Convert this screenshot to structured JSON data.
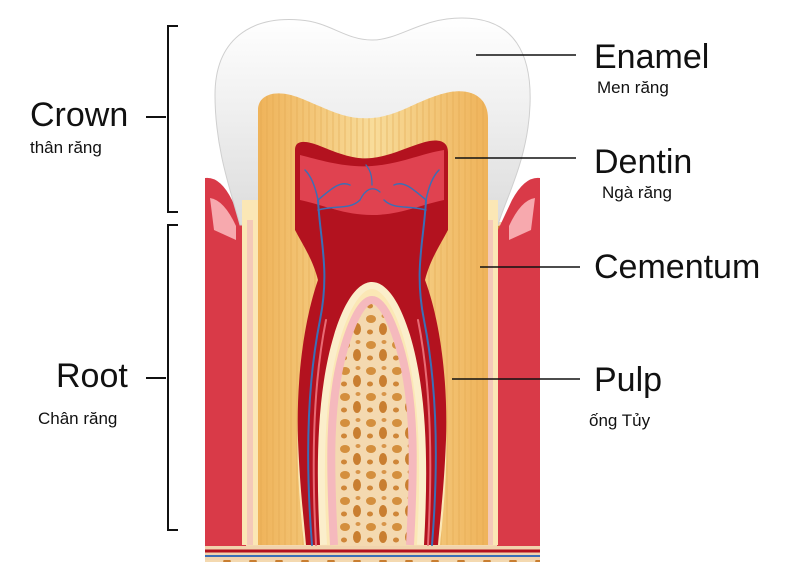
{
  "labels": {
    "crown": "Crown",
    "crown_vi": "thân răng",
    "root": "Root",
    "root_vi": "Chân răng",
    "enamel": "Enamel",
    "enamel_vi": "Men răng",
    "dentin": "Dentin",
    "dentin_vi": "Ngà  răng",
    "cementum": "Cementum",
    "pulp": "Pulp",
    "pulp_vi": "ống Tủy"
  },
  "colors": {
    "enamel": "#f4f4f4",
    "dentin": "#f2c46a",
    "pulp": "#b3121f",
    "gum": "#d93a48",
    "bone": "#e8a94f",
    "vessel_blue": "#3b6fb6"
  }
}
